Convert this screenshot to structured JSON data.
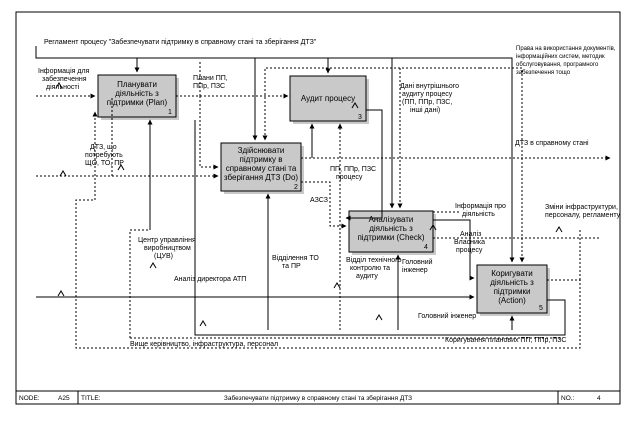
{
  "boxes": {
    "plan": {
      "l1": "Планувати",
      "l2": "діяльність з",
      "l3": "підтримки (Plan)",
      "num": "1"
    },
    "do": {
      "l1": "Здійснювати",
      "l2": "підтримку в",
      "l3": "справному стані та",
      "l4": "зберігання ДТЗ (Do)",
      "num": "2"
    },
    "audit": {
      "l1": "Аудит процесу",
      "num": "3"
    },
    "check": {
      "l1": "Аналізувати",
      "l2": "діяльність з",
      "l3": "підтримки (Check)",
      "num": "4"
    },
    "act": {
      "l1": "Коригувати",
      "l2": "діяльність з",
      "l3": "підтримки",
      "l4": "(Action)",
      "num": "5"
    }
  },
  "labels": {
    "top_reg": "Регламент процесу \"Забезпечувати підтримку в справному стані та зберігання ДТЗ\"",
    "info_in1": "Інформація для",
    "info_in2": "забезпечення",
    "info_in3": "діяльності",
    "dtz_need1": "ДТЗ, що",
    "dtz_need2": "потребують",
    "dtz_need3": "ЩО, ТО, ПР",
    "plans1": "Плани ПП,",
    "plans2": "ППр, ПЗС",
    "audit_data1": "Дані внутрішнього",
    "audit_data2": "аудиту процесу",
    "audit_data3": "(ПП, ППр, ПЗС,",
    "audit_data4": "інші дані)",
    "prava1": "Права на використання документів,",
    "prava2": "інформаційних систем, методик",
    "prava3": "обслуговування, програмного",
    "prava4": "забезпечення тощо",
    "dtz_ok": "ДТЗ в справному стані",
    "pp_zvit1": "ПП, ППр, ПЗС",
    "pp_zvit2": "процесу",
    "azcz": "АЗСЗ",
    "info_pro1": "Інформація про",
    "info_pro2": "діяльність",
    "zmini1": "Зміни інфраструктури,",
    "zmini2": "персоналу, регламенту",
    "analiz1": "Аналіз",
    "analiz2": "Власника",
    "analiz3": "процесу",
    "cuv1": "Центр управління",
    "cuv2": "виробництвом",
    "cuv3": "(ЦУВ)",
    "vidd_to1": "Відділення ТО",
    "vidd_to2": "та ПР",
    "vidd_tech1": "Відділ технічного",
    "vidd_tech2": "контролю та",
    "vidd_tech3": "аудиту",
    "golovnyi1": "Головний",
    "golovnyi2": "інженер",
    "analiz_dir": "Аналіз директора АТП",
    "golovnyi_full": "Головний інженер",
    "koryguvannya": "Коригування планових ПП, ППр, ПЗС",
    "vyshche": "Вище керівництво, інфраструктура, персонал"
  },
  "footer": {
    "node_label": "NODE:",
    "node_value": "A25",
    "title_label": "TITLE:",
    "title_value": "Забезпечувати підтримку в справному стані та зберігання ДТЗ",
    "no_label": "NO.:",
    "no_value": "4"
  }
}
